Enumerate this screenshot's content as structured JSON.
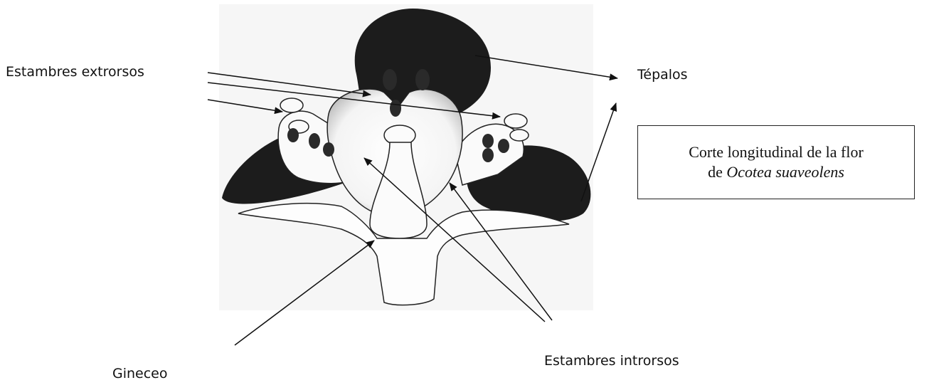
{
  "labels": {
    "stamens_extrorse": "Estambres extrorsos",
    "tepals": "Tépalos",
    "stamens_introrse": "Estambres introrsos",
    "gynoecium": "Gineceo"
  },
  "caption": {
    "line1": "Corte longitudinal de la flor",
    "line2_prefix": "de ",
    "line2_species": "Ocotea suaveolens"
  },
  "colors": {
    "ink": "#111111",
    "tepal_fill": "#1a1a1a",
    "paper": "#ffffff"
  }
}
